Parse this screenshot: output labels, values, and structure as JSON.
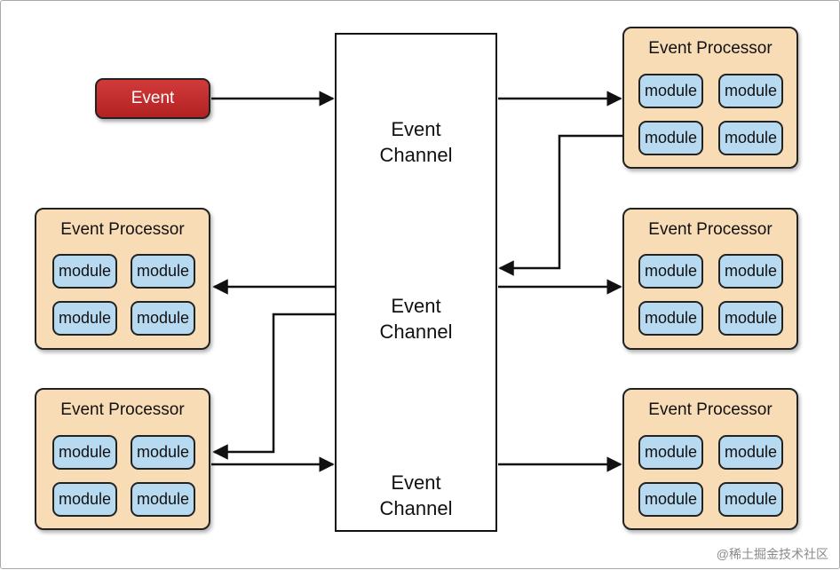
{
  "event": {
    "label": "Event"
  },
  "channels": [
    {
      "label_line1": "Event",
      "label_line2": "Channel"
    },
    {
      "label_line1": "Event",
      "label_line2": "Channel"
    },
    {
      "label_line1": "Event",
      "label_line2": "Channel"
    }
  ],
  "processors": [
    {
      "title": "Event Processor",
      "modules": [
        "module",
        "module",
        "module",
        "module"
      ]
    },
    {
      "title": "Event Processor",
      "modules": [
        "module",
        "module",
        "module",
        "module"
      ]
    },
    {
      "title": "Event Processor",
      "modules": [
        "module",
        "module",
        "module",
        "module"
      ]
    },
    {
      "title": "Event Processor",
      "modules": [
        "module",
        "module",
        "module",
        "module"
      ]
    },
    {
      "title": "Event Processor",
      "modules": [
        "module",
        "module",
        "module",
        "module"
      ]
    }
  ],
  "watermark": "@稀土掘金技术社区",
  "colors": {
    "event_fill": "#c62c2c",
    "processor_fill": "#f8dcb6",
    "module_fill": "#b8daf1",
    "pipe_fill": "#2f73c2",
    "flow_arrow": "#c8c8c8",
    "line": "#111111"
  }
}
